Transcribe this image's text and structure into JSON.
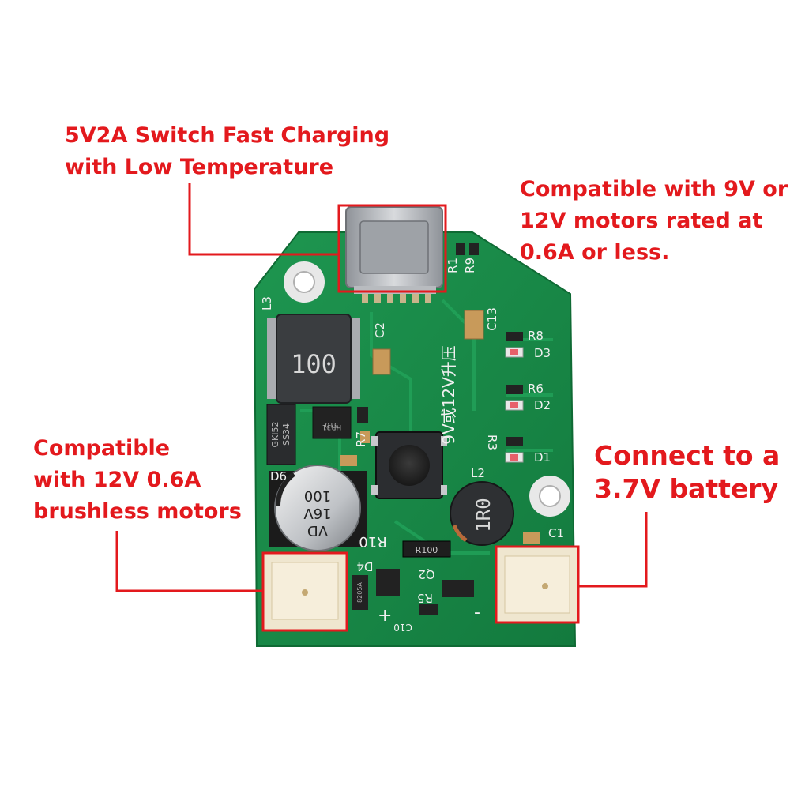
{
  "annotations": {
    "charging": {
      "lines": [
        "5V2A Switch Fast Charging",
        "with Low Temperature"
      ]
    },
    "motors": {
      "lines": [
        "Compatible with 9V or",
        "12V motors rated at",
        "0.6A or less."
      ]
    },
    "brushless": {
      "lines": [
        "Compatible",
        "with 12V 0.6A",
        "brushless motors"
      ]
    },
    "battery": {
      "lines": [
        "Connect to a",
        "3.7V battery"
      ],
      "size": "large"
    }
  },
  "board": {
    "silkscreen": {
      "L3": "L3",
      "C2": "C2",
      "C13": "C13",
      "R1": "R1",
      "R9": "R9",
      "R8": "R8",
      "D3": "D3",
      "R6": "R6",
      "D2": "D2",
      "R3": "R3",
      "D1": "D1",
      "L2": "L2",
      "D6": "D6",
      "R7": "R7",
      "R10": "R10",
      "D4": "D4",
      "Q2": "Q2",
      "R5": "R5",
      "C10": "C10",
      "C1": "C1",
      "chinese_text": "9V或12V升压",
      "minus": "-",
      "plus": "+"
    },
    "inductor_large_marking": "100",
    "inductor_small_marking": "1R0",
    "capacitor_marking": [
      "VD",
      "16V",
      "100"
    ],
    "diode_marking": [
      "GKI52",
      "SS34"
    ],
    "ic_marking": [
      "HR31",
      "510"
    ],
    "resistor_marking": "R100",
    "transistor_marking": "8205A"
  },
  "colors": {
    "annotation_red": "#e3191d",
    "pcb_green": "#1a8a4a",
    "pcb_dark_green": "#157a3f",
    "silkscreen": "#f0f0f0"
  }
}
